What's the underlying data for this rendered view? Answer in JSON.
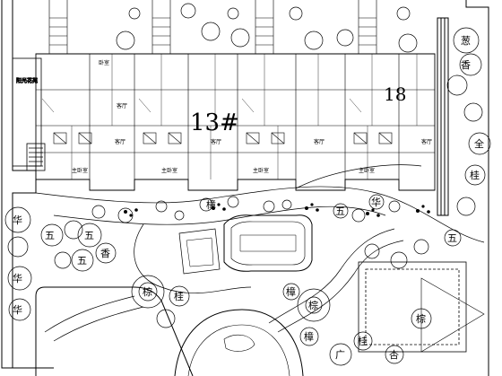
{
  "drawing": {
    "building_label_left": "13#",
    "building_label_right": "18",
    "corner_label": "阳光花苑",
    "room_labels": [
      "卧室",
      "客厅",
      "主卧室",
      "客厅",
      "主卧室",
      "客厅",
      "主卧室",
      "客厅",
      "主卧室",
      "客厅"
    ],
    "plant_labels": [
      "华",
      "华",
      "五",
      "五",
      "棕",
      "华",
      "五",
      "香",
      "桂",
      "棕",
      "樟",
      "樟",
      "五",
      "华",
      "桂",
      "杏",
      "樟",
      "棕",
      "香",
      "全",
      "五",
      "桂",
      "葱",
      "广"
    ]
  },
  "colors": {
    "line": "#000000",
    "background": "#ffffff"
  }
}
